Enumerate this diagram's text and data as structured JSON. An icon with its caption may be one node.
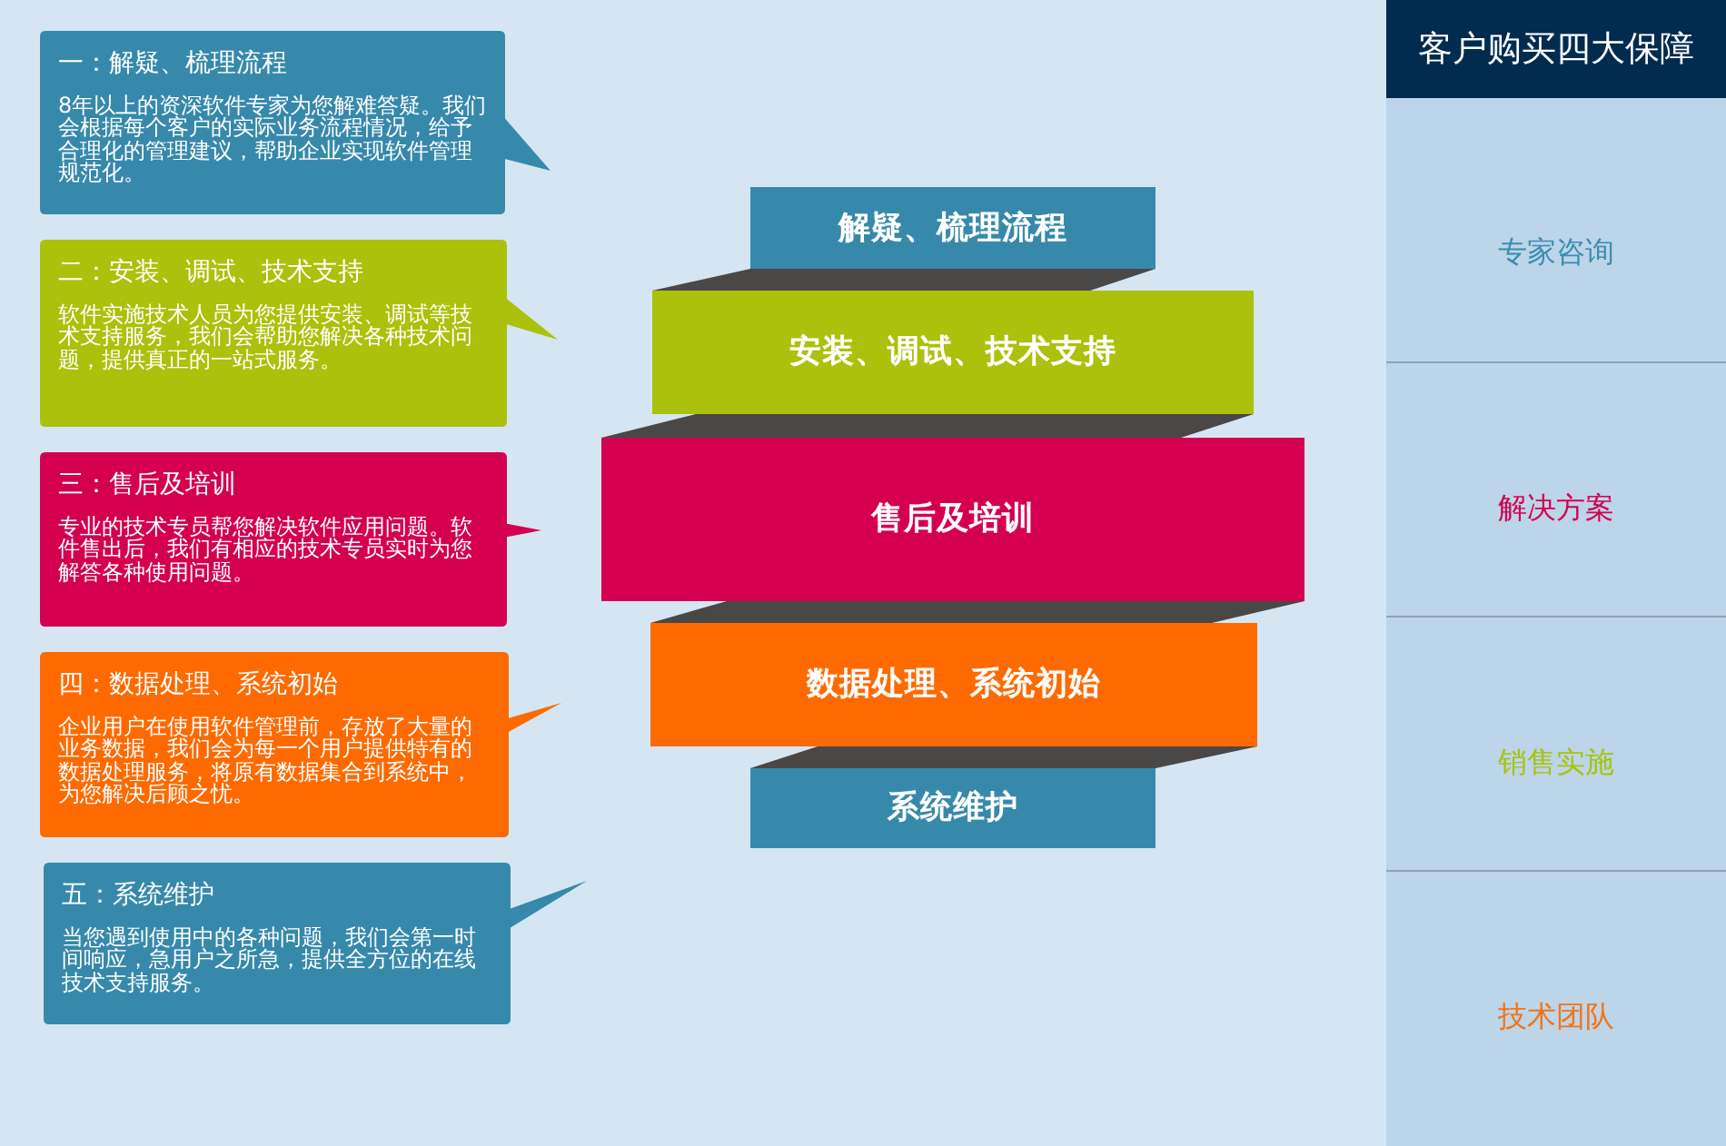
{
  "diagram": {
    "nodes": [
      {
        "text": [
          "一：解疑、梳理流程",
          "8年以上的资深软件专家为您解难答疑。我们会根据每个客户的实际业务流程情况，给予合理化的管理建议，帮助企业实现软件管理规范化。"
        ]
      },
      {
        "text": [
          "二：安装、调试、技术支持",
          "软件实施技术人员为您提供安装、调试等技术支持服务，我们会帮助您解决各种技术问题，提供真正的一站式服务。"
        ]
      },
      {
        "text": [
          "三：售后及培训",
          "专业的技术专员帮您解决软件应用问题。软件售出后，我们有相应的技术专员实时为您解答各种使用问题。"
        ]
      },
      {
        "text": [
          "四：数据处理、系统初始",
          "企业用户在使用软件管理前，存放了大量的业务数据，我们会为每一个用户提供特有的数据处理服务，将原有数据集合到系统中，为您解决后顾之忧。"
        ]
      },
      {
        "text": [
          "五：系统维护",
          "当您遇到使用中的各种问题，我们会第一时间响应，急用户之所急，提供全方位的在线技术支持服务。"
        ]
      },
      {
        "text": [
          "解疑、梳理流程"
        ]
      },
      {
        "text": [
          "安装、调试、技术支持"
        ]
      },
      {
        "text": [
          "售后及培训"
        ]
      },
      {
        "text": [
          "数据处理、系统初始"
        ]
      },
      {
        "text": [
          "系统维护"
        ]
      },
      {
        "text": [
          "客户购买四大保障"
        ]
      },
      {
        "text": [
          "专家咨询"
        ],
        "in": 10
      },
      {
        "text": [
          "解决方案"
        ],
        "in": 10
      },
      {
        "text": [
          "销售实施"
        ],
        "in": 10
      },
      {
        "text": [
          "技术团队"
        ],
        "in": 10
      }
    ]
  }
}
